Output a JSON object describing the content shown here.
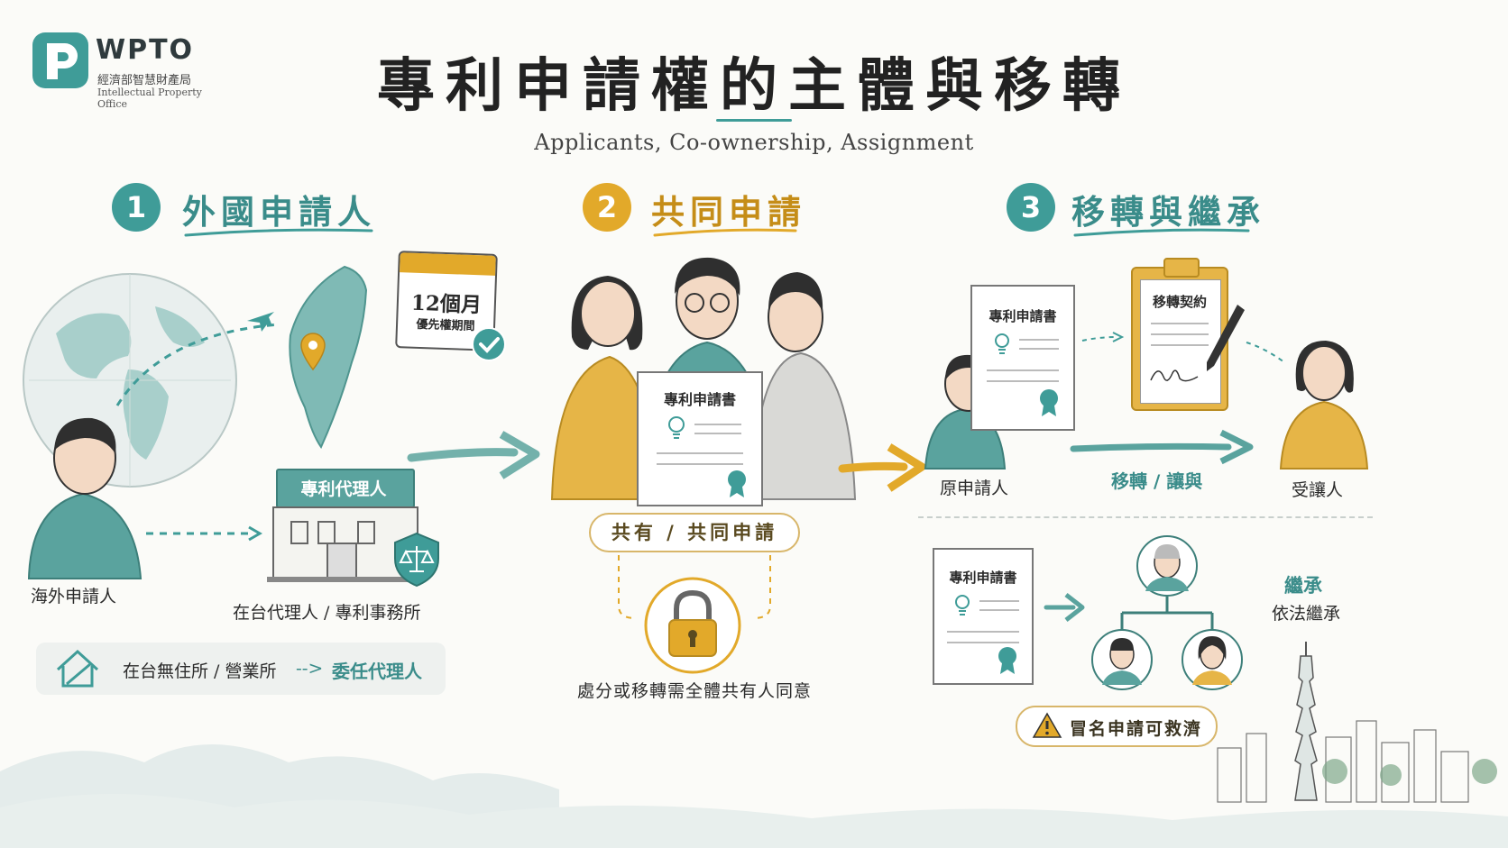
{
  "logo": {
    "abbr": "WPTO",
    "org_zh": "經濟部智慧財產局",
    "org_en": "Intellectual Property Office"
  },
  "header": {
    "title": "專利申請權的主體與移轉",
    "subtitle": "Applicants, Co-ownership, Assignment"
  },
  "colors": {
    "teal": "#3f9c98",
    "gold": "#e2a92a",
    "ink": "#2b2b2b"
  },
  "sections": [
    {
      "number": "1",
      "title": "外國申請人",
      "calendar_main": "12個月",
      "calendar_sub": "優先權期間",
      "building_sign": "專利代理人",
      "applicant_label": "海外申請人",
      "agent_label": "在台代理人 / 專利事務所",
      "note_left": "在台無住所 / 營業所",
      "note_arrow": "-->",
      "note_right": "委任代理人"
    },
    {
      "number": "2",
      "title": "共同申請",
      "doc_title": "專利申請書",
      "pill": "共有 / 共同申請",
      "consent": "處分或移轉需全體共有人同意"
    },
    {
      "number": "3",
      "title": "移轉與繼承",
      "doc_title": "專利申請書",
      "contract_title": "移轉契約",
      "from_label": "原申請人",
      "transfer_label": "移轉 / 讓與",
      "to_label": "受讓人",
      "doc_title_2": "專利申請書",
      "inherit_title": "繼承",
      "inherit_sub": "依法繼承",
      "warning": "冒名申請可救濟"
    }
  ]
}
